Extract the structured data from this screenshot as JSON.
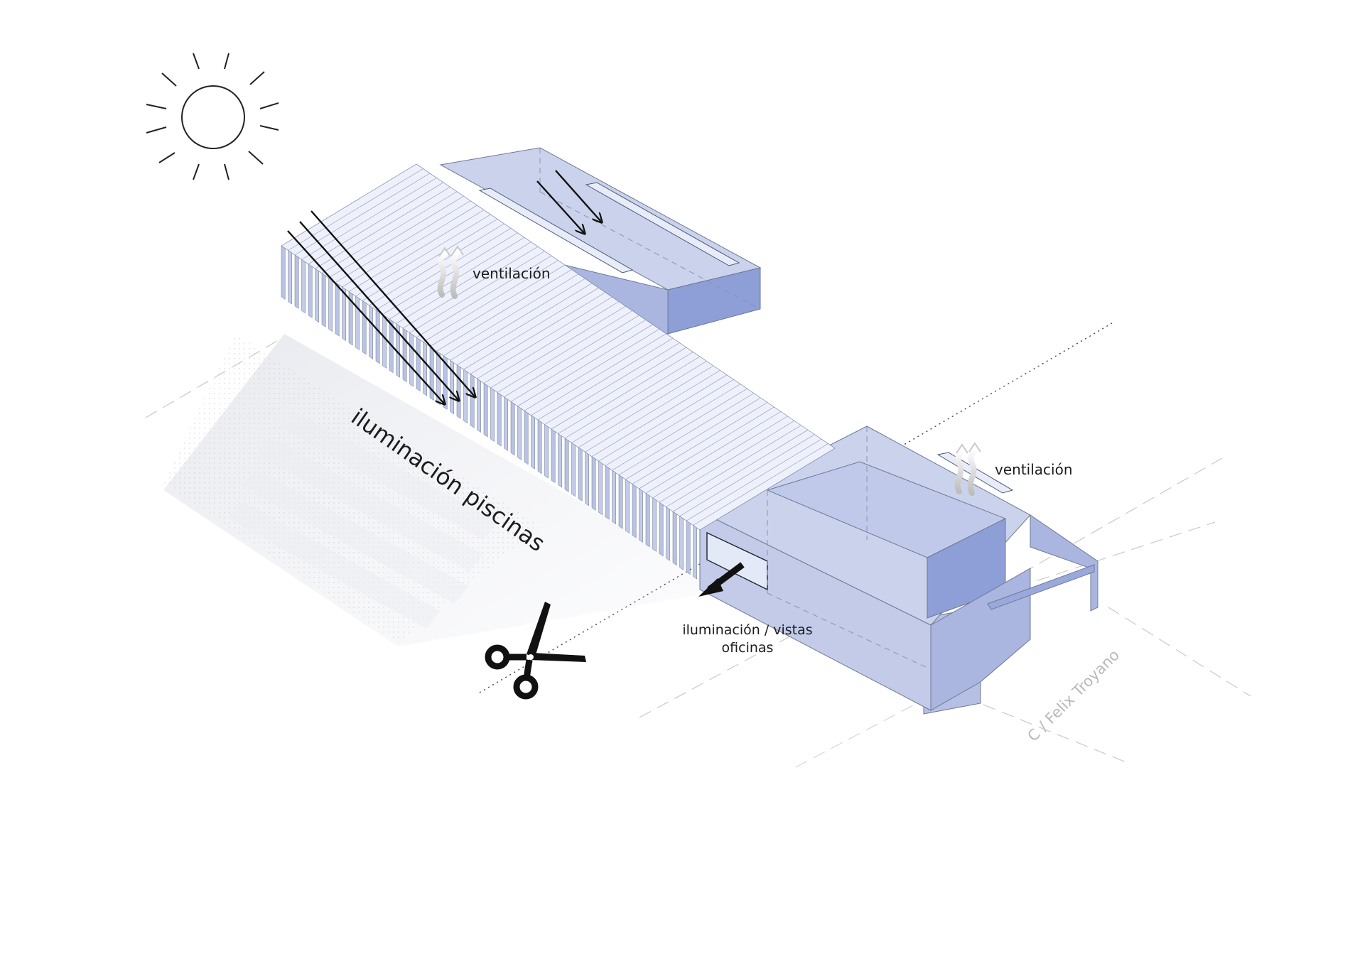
{
  "labels": {
    "ventilation_upper": "ventilación",
    "ventilation_lower": "ventilación",
    "pool_lighting": "iluminación piscinas",
    "office_lighting_line1": "iluminación / vistas",
    "office_lighting_line2": "oficinas",
    "street_name": "C / Felix Troyano"
  },
  "colors": {
    "volume_light": "#cbd3ec",
    "volume_mid": "#aab6e0",
    "volume_dark": "#8e9ed6",
    "fin_face": "#c3cbe7",
    "fin_top": "#eef1fb",
    "outline": "#6d7896",
    "ink": "#111111",
    "guide": "#b9b9b9"
  },
  "icons": {
    "sun": "sun-icon",
    "scissors": "scissors-icon",
    "ventilation": "ventilation-arrows-icon",
    "light_arrow": "arrow-icon"
  }
}
